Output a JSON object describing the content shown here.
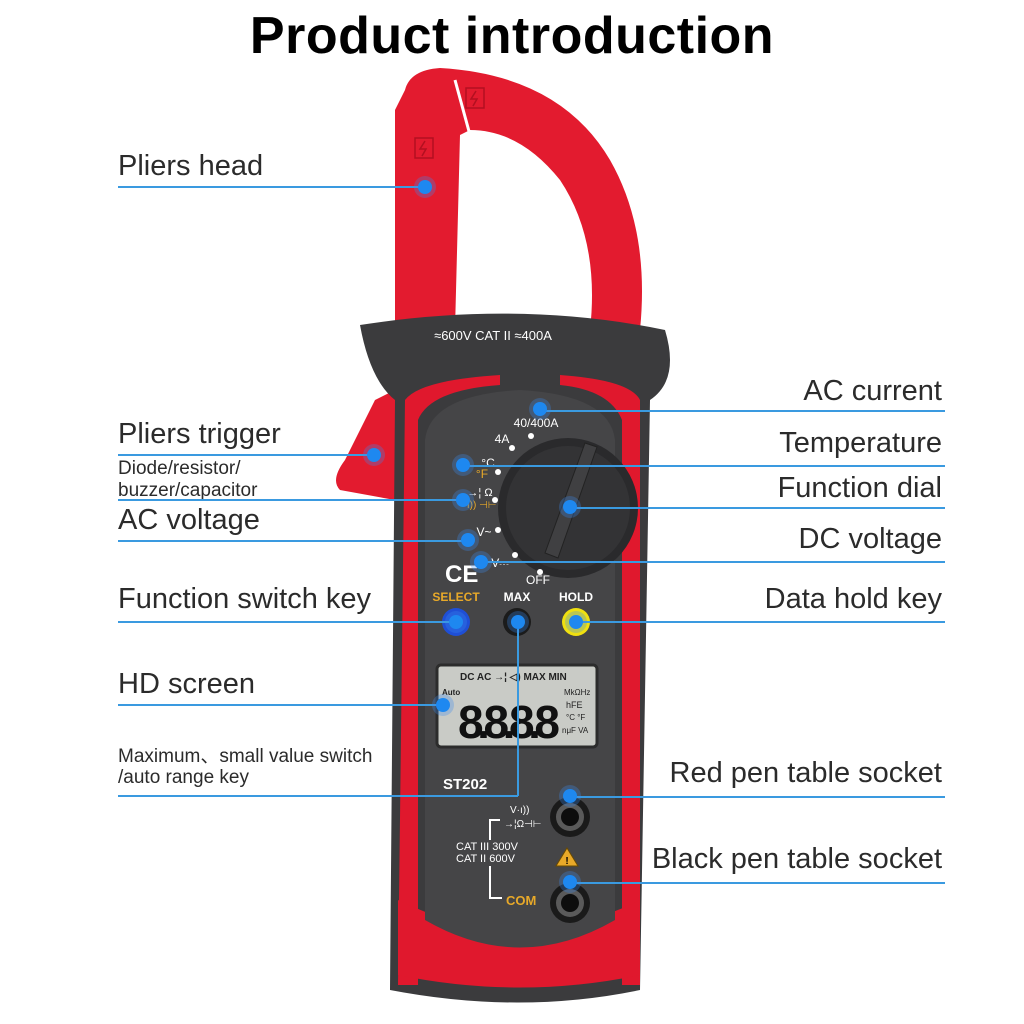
{
  "title": "Product introduction",
  "device": {
    "model": "ST202",
    "rating_text": "≈600V CAT II ≈400A",
    "dial_labels": {
      "ac_current": "40/400A",
      "range_4a": "4A",
      "temp_c": "°C",
      "temp_f": "°F",
      "resistance": "→¦ Ω",
      "capacitance": "·ı)) ⊣⊢",
      "ac_voltage": "V~",
      "dc_voltage": "V⎓",
      "off": "OFF"
    },
    "ce_mark": "CE",
    "buttons": {
      "select": "SELECT",
      "max": "MAX",
      "hold": "HOLD"
    },
    "colors": {
      "select": "#1f4fd6",
      "max": "#1b1b1b",
      "hold": "#f0e010",
      "body_red": "#e0182d",
      "body_dark": "#3b3b3d",
      "accent_yellow": "#e8a929"
    },
    "lcd": {
      "top_indicators": "DC AC →¦ ◁) MAX MIN",
      "auto": "Auto",
      "digits": "8.8.8.8",
      "units_1": "MkΩHz",
      "units_2": "hFE",
      "units_3": "°C °F",
      "units_4": "nμF VA"
    },
    "socket_labels": {
      "v_line1": "V·ı))",
      "v_line2": "→¦Ω⊣⊢",
      "cat_iii": "CAT III 300V",
      "cat_ii": "CAT II 600V",
      "com": "COM"
    }
  },
  "callouts": {
    "left": [
      {
        "id": "pliers-head",
        "text": "Pliers head"
      },
      {
        "id": "pliers-trigger",
        "text": "Pliers trigger"
      },
      {
        "id": "diode-resistor",
        "text_line1": "Diode/resistor/",
        "text_line2": "buzzer/capacitor"
      },
      {
        "id": "ac-voltage",
        "text": "AC voltage"
      },
      {
        "id": "function-switch-key",
        "text": "Function switch key"
      },
      {
        "id": "hd-screen",
        "text": "HD screen"
      },
      {
        "id": "max-min-key",
        "text_line1": "Maximum、small value switch",
        "text_line2": "/auto range key"
      }
    ],
    "right": [
      {
        "id": "ac-current",
        "text": "AC current"
      },
      {
        "id": "temperature",
        "text": "Temperature"
      },
      {
        "id": "function-dial",
        "text": "Function dial"
      },
      {
        "id": "dc-voltage",
        "text": "DC voltage"
      },
      {
        "id": "data-hold-key",
        "text": "Data hold key"
      },
      {
        "id": "red-pen-socket",
        "text": "Red pen table socket"
      },
      {
        "id": "black-pen-socket",
        "text": "Black pen table socket"
      }
    ]
  }
}
